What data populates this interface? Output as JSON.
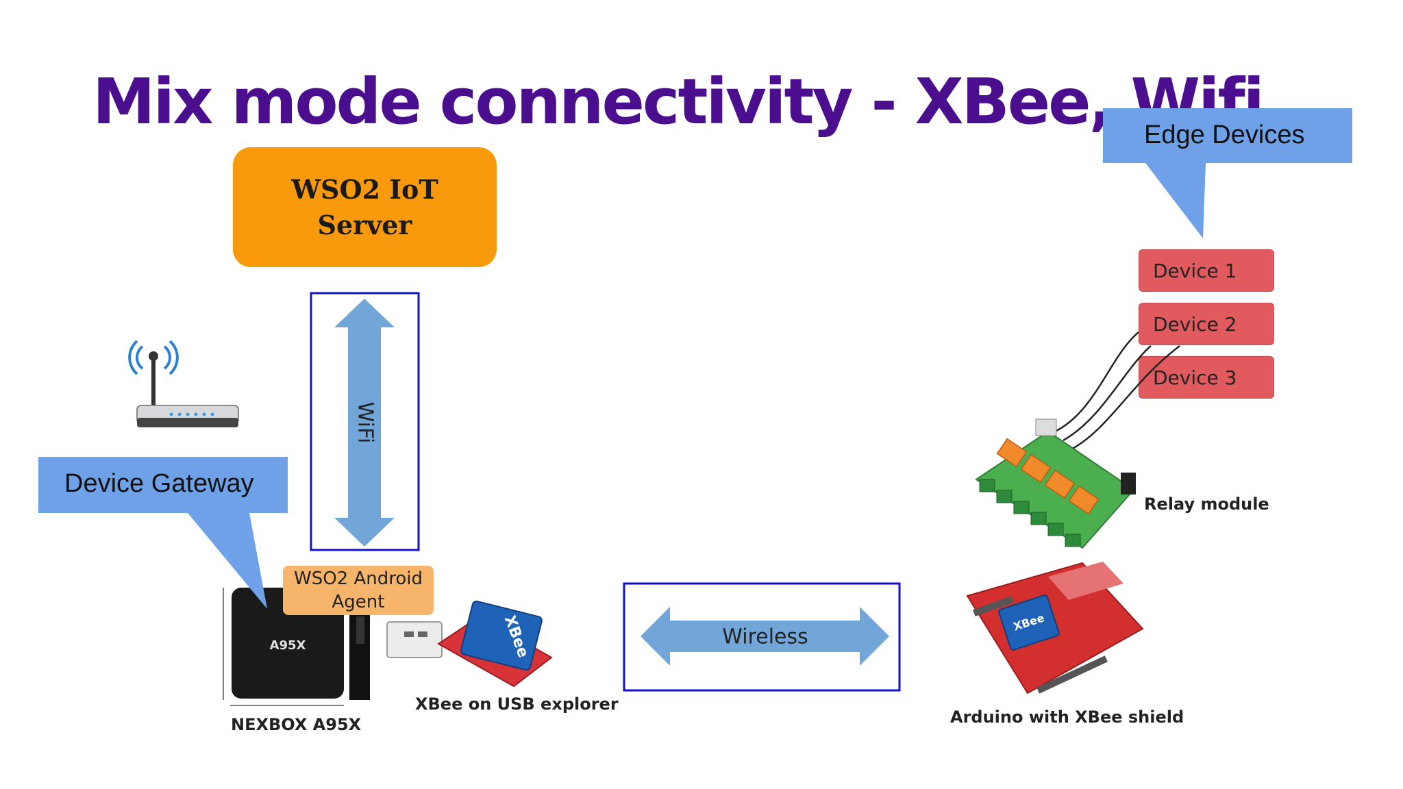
{
  "title": "Mix mode connectivity - XBee, Wifi",
  "server": {
    "label": "WSO2 IoT Server"
  },
  "callouts": {
    "edge": "Edge Devices",
    "gateway": "Device Gateway"
  },
  "devices": [
    "Device 1",
    "Device 2",
    "Device 3"
  ],
  "links": {
    "wifi": "WiFi",
    "wireless": "Wireless"
  },
  "agent": {
    "label": "WSO2 Android Agent"
  },
  "captions": {
    "nexbox": "NEXBOX A95X",
    "xbee_usb": "XBee on USB explorer",
    "relay": "Relay module",
    "arduino": "Arduino with XBee shield"
  },
  "box_brand": "A95X",
  "xbee_brand": "XBee",
  "colors": {
    "title": "#4a0e8f",
    "server": "#f89a0c",
    "callout": "#6ea1e8",
    "device": "#e05a5e",
    "arrow": "#72a6d9",
    "frame": "#1010cc",
    "agent": "#f7b46b"
  }
}
